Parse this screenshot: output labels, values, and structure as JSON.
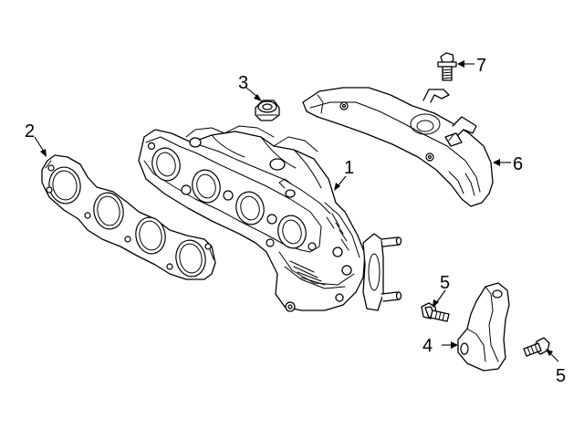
{
  "callouts": {
    "c1": "1",
    "c2": "2",
    "c3": "3",
    "c4": "4",
    "c5a": "5",
    "c5b": "5",
    "c6": "6",
    "c7": "7"
  },
  "colors": {
    "line": "#000000",
    "fill": "#ffffff"
  },
  "parts": [
    {
      "callout": "1",
      "icon": "exhaust-manifold-with-catalytic-converter"
    },
    {
      "callout": "2",
      "icon": "manifold-gasket"
    },
    {
      "callout": "3",
      "icon": "flange-nut"
    },
    {
      "callout": "4",
      "icon": "support-bracket"
    },
    {
      "callout": "5",
      "icon": "bolt"
    },
    {
      "callout": "6",
      "icon": "heat-shield"
    },
    {
      "callout": "7",
      "icon": "bolt"
    }
  ]
}
